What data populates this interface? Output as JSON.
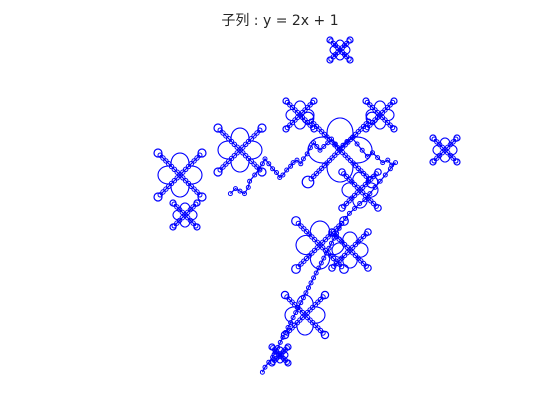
{
  "chart_data": {
    "type": "line",
    "title": "子列 : y = 2x + 1",
    "xlabel": "",
    "ylabel": "",
    "axis_visible": false,
    "grid": false,
    "legend": "none",
    "series": [
      {
        "color": "#0000ff",
        "marker": "circle-hollow",
        "x": [
          -1.4,
          -1.32,
          -1.25,
          -1.18,
          -1.12,
          -1.1,
          -1.02,
          -0.95,
          -0.9,
          -0.86,
          -0.8,
          -0.74,
          -0.68,
          -0.63,
          -0.58,
          -0.52,
          -0.46,
          -0.42,
          -0.36,
          -0.3,
          -0.26,
          -0.2,
          -0.15,
          -0.1,
          -0.05,
          0.0,
          0.06,
          0.12,
          0.18,
          0.24,
          0.3,
          0.36,
          0.42,
          0.5,
          0.58,
          0.66,
          0.74,
          0.82,
          0.9,
          0.98,
          1.06,
          1.12,
          1.18,
          1.1,
          1.02,
          0.94,
          0.86,
          0.78,
          0.7,
          0.62,
          0.54,
          0.46,
          0.4,
          0.34,
          0.3,
          0.26,
          0.22,
          0.18,
          0.14,
          0.1,
          0.06,
          0.02,
          -0.02,
          -0.06,
          -0.1,
          -0.14,
          -0.18,
          -0.22,
          -0.26,
          -0.3,
          -0.34,
          -0.38,
          -0.42,
          -0.46,
          -0.5,
          -0.54,
          -0.58,
          -0.62,
          -0.66,
          -0.7,
          -0.74,
          -0.8,
          -0.86,
          -0.9
        ],
        "y": [
          -0.3,
          -0.22,
          -0.26,
          -0.3,
          -0.2,
          -0.1,
          0.0,
          0.1,
          0.18,
          0.26,
          0.18,
          0.1,
          0.04,
          -0.04,
          0.0,
          0.08,
          0.14,
          0.2,
          0.24,
          0.18,
          0.26,
          0.34,
          0.44,
          0.52,
          0.46,
          0.4,
          0.46,
          0.52,
          0.58,
          0.5,
          0.42,
          0.48,
          0.54,
          0.6,
          0.5,
          0.4,
          0.3,
          0.36,
          0.28,
          0.2,
          0.24,
          0.16,
          0.2,
          0.1,
          0.0,
          -0.1,
          -0.2,
          -0.3,
          -0.4,
          -0.46,
          -0.54,
          -0.62,
          -0.7,
          -0.78,
          -0.86,
          -0.94,
          -1.02,
          -1.1,
          -1.18,
          -1.26,
          -1.34,
          -1.42,
          -1.5,
          -1.58,
          -1.66,
          -1.74,
          -1.82,
          -1.9,
          -1.98,
          -2.06,
          -2.14,
          -2.22,
          -2.3,
          -2.38,
          -2.46,
          -2.54,
          -2.62,
          -2.7,
          -2.78,
          -2.86,
          -2.94,
          -3.02,
          -3.1,
          -3.18
        ]
      }
    ]
  }
}
